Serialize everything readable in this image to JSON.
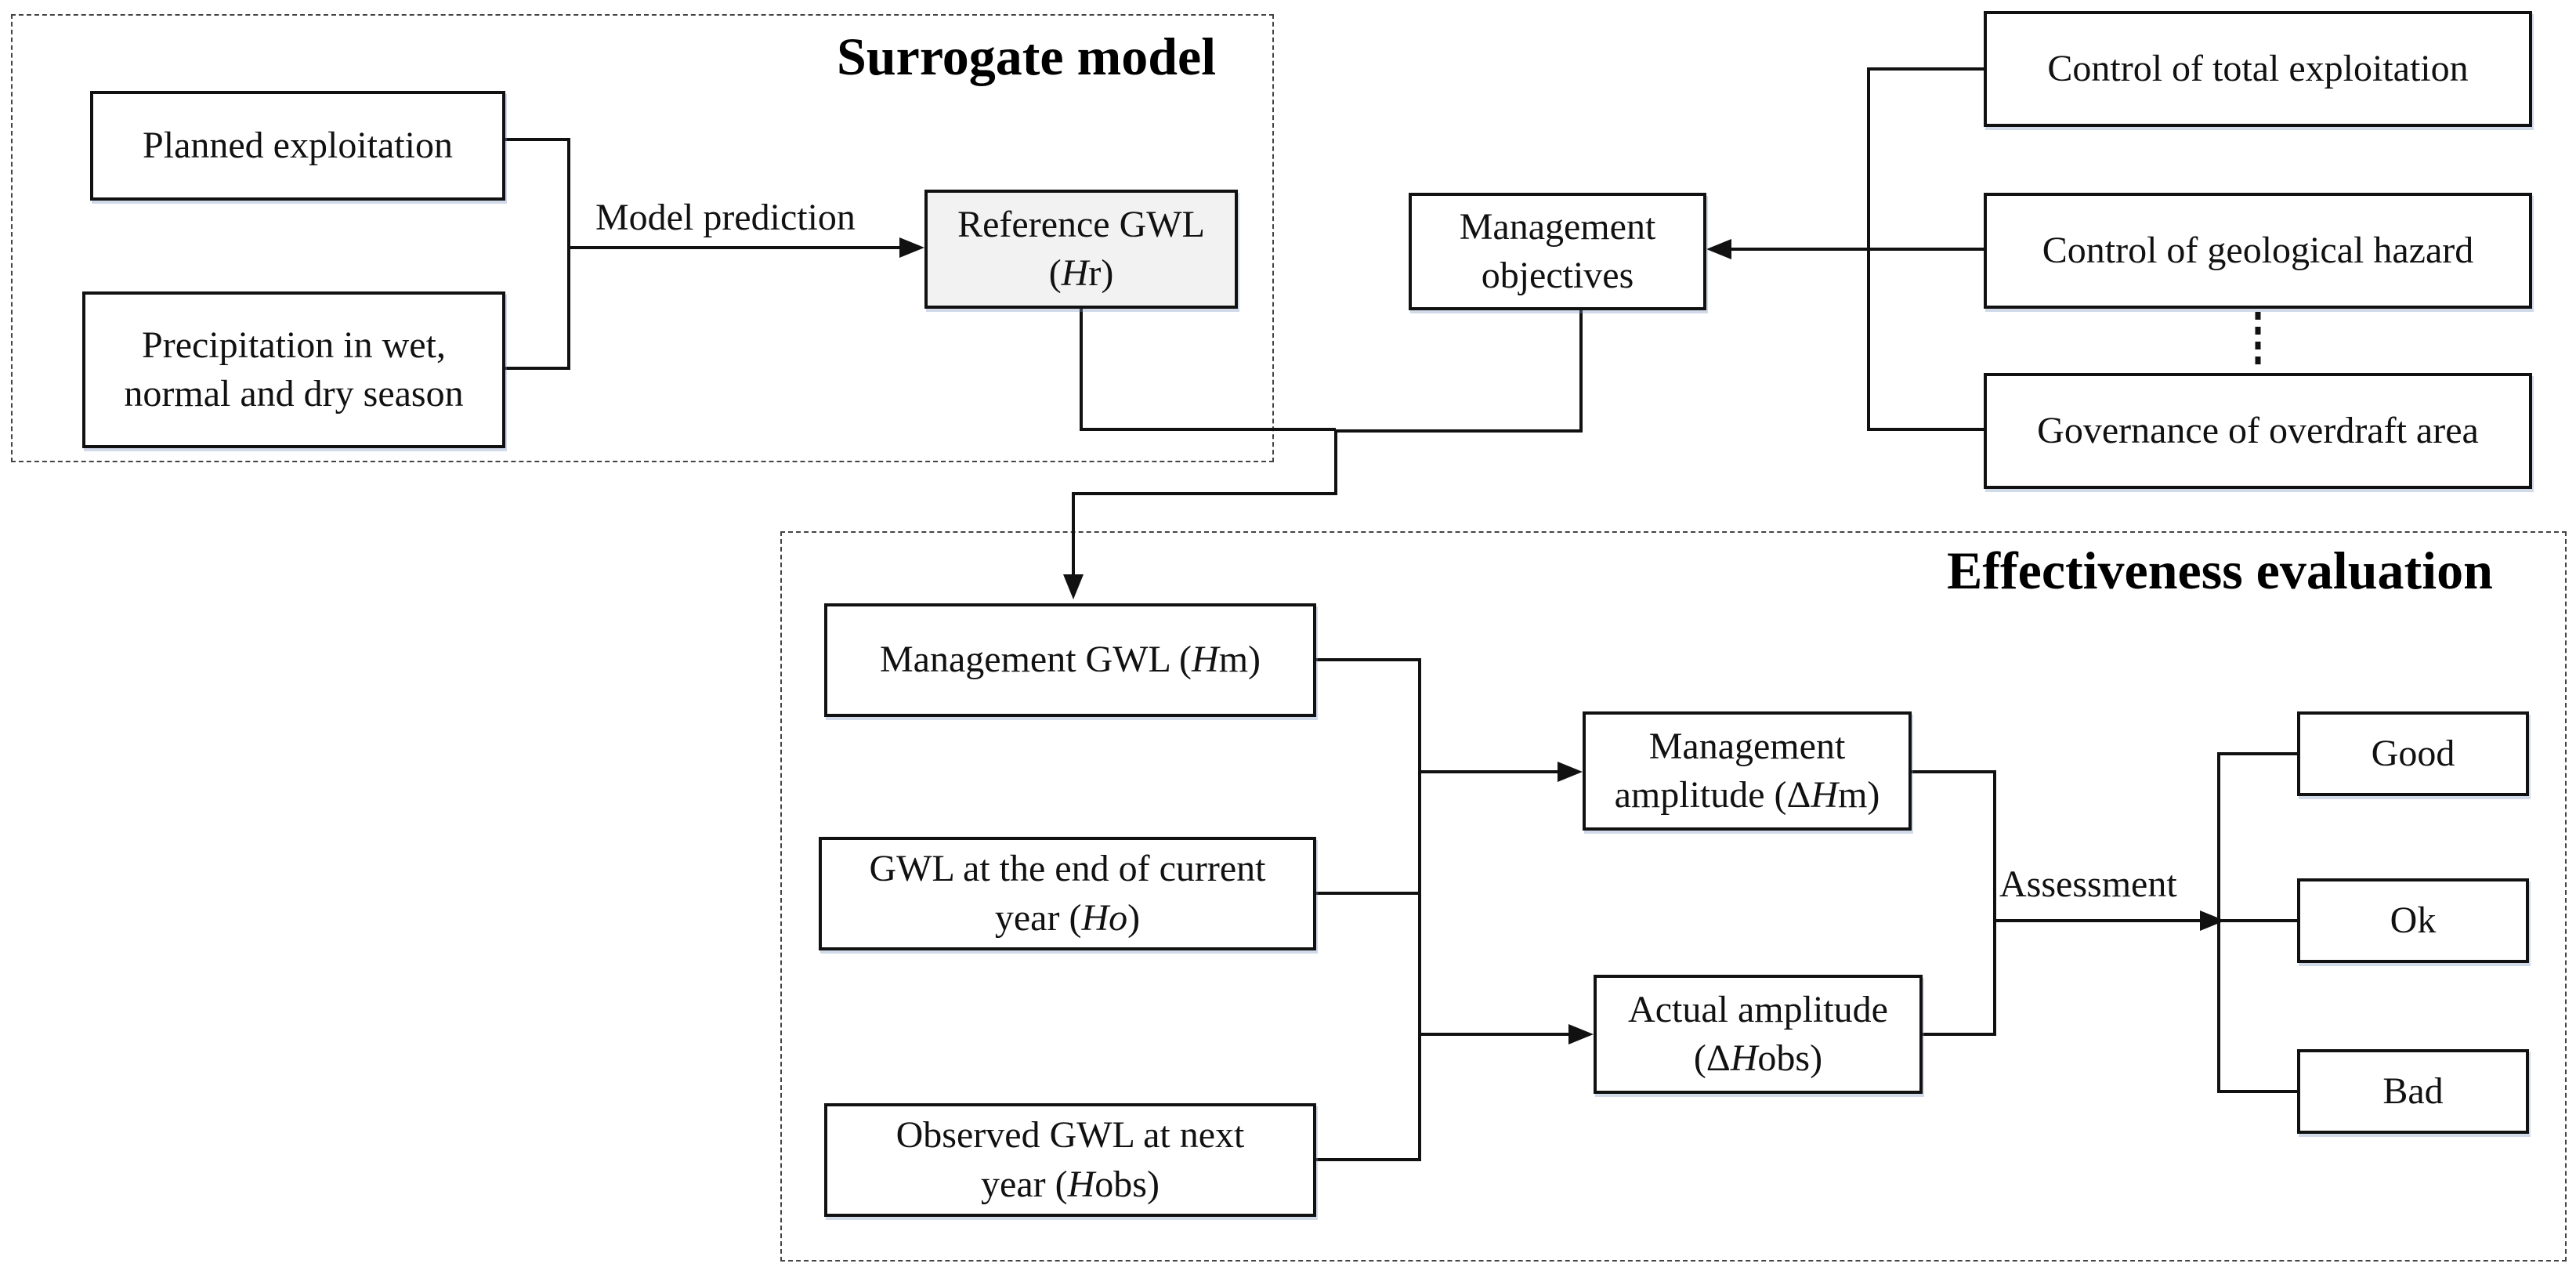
{
  "groups": {
    "surrogate": {
      "title": "Surrogate model"
    },
    "effectiveness": {
      "title": "Effectiveness evaluation"
    }
  },
  "nodes": {
    "planned_exploitation": {
      "line1": "Planned exploitation"
    },
    "precipitation": {
      "line1": "Precipitation in wet,",
      "line2": "normal and dry season"
    },
    "reference_gwl": {
      "line1": "Reference GWL",
      "line2_pre": "(",
      "line2_italic": "H",
      "line2_post": "r)"
    },
    "management_objectives": {
      "line1": "Management",
      "line2": "objectives"
    },
    "control_total": {
      "line1": "Control of total exploitation"
    },
    "control_hazard": {
      "line1": "Control of geological hazard"
    },
    "governance": {
      "line1": "Governance of overdraft area"
    },
    "management_gwl": {
      "line1_pre": "Management  GWL (",
      "line1_italic": "H",
      "line1_post": "m)"
    },
    "gwl_end": {
      "line1": "GWL at the end of current",
      "line2_pre": "year (",
      "line2_italic": "Ho",
      "line2_post": ")"
    },
    "observed_gwl": {
      "line1": "Observed GWL at next",
      "line2_pre": "year (",
      "line2_italic": "H",
      "line2_post": "obs)"
    },
    "management_amplitude": {
      "line1": "Management",
      "line2_pre": "amplitude (Δ",
      "line2_italic": "H",
      "line2_post": "m)"
    },
    "actual_amplitude": {
      "line1": "Actual amplitude",
      "line2_pre": "(Δ",
      "line2_italic": "H",
      "line2_post": "obs)"
    },
    "good": {
      "line1": "Good"
    },
    "ok": {
      "line1": "Ok"
    },
    "bad": {
      "line1": "Bad"
    }
  },
  "edge_labels": {
    "model_prediction": "Model prediction",
    "assessment": "Assessment"
  }
}
